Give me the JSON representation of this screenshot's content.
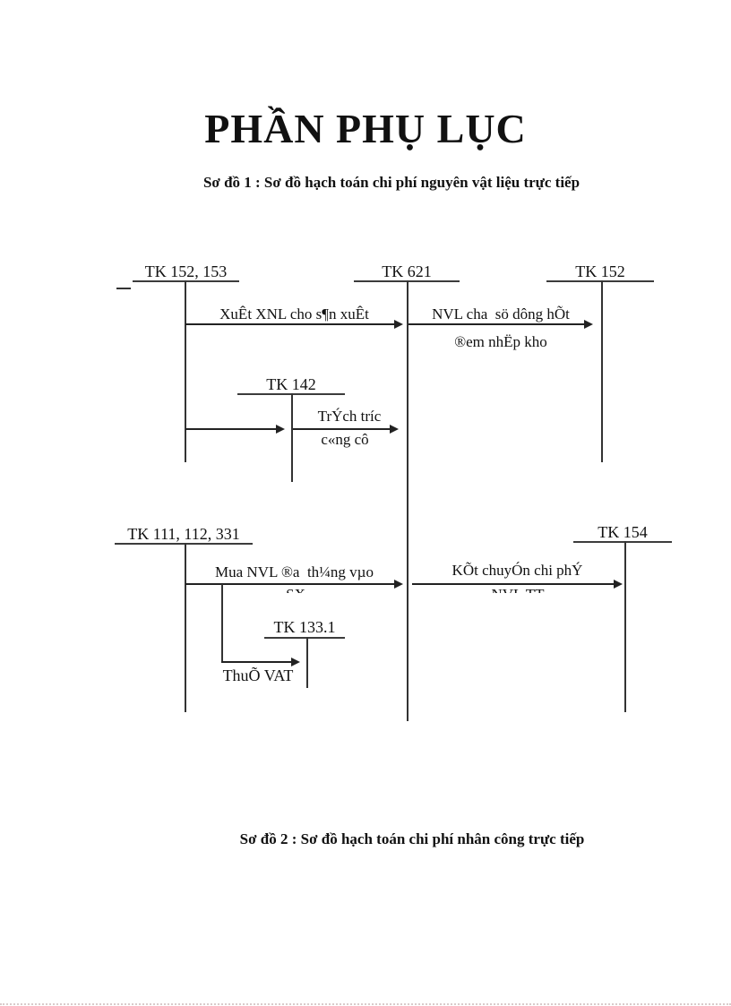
{
  "page": {
    "title": "PHẦN PHỤ LỤC",
    "caption1": "Sơ đồ 1 : Sơ đồ hạch toán chi phí nguyên vật liệu trực tiếp",
    "caption2": "Sơ đồ 2 : Sơ đồ hạch toán chi phí nhân công trực tiếp"
  },
  "diagram": {
    "accounts": {
      "tk152_153": "TK 152, 153",
      "tk621": "TK 621",
      "tk152": "TK 152",
      "tk142": "TK 142",
      "tk111_112_331": "TK 111, 112, 331",
      "tk154": "TK 154",
      "tk133_1": "TK 133.1"
    },
    "flows": {
      "xuat_xnl": "XuÊt XNL cho s¶n xuÊt",
      "nvl_chua_line1": "NVL cha  sö dông hÕt",
      "nvl_chua_line2": "®em nhËp kho",
      "trich_truoc_line1": "TrÝch tríc",
      "trich_truoc_line2": "c«ng cô",
      "mua_nvl_line1": "Mua NVL ®a  th¼ng vµo",
      "mua_nvl_line2": "SX",
      "ket_chuyen_line1": "KÕt chuyÓn chi phÝ",
      "ket_chuyen_line2": "NVL TT",
      "thue_vat": "ThuÕ VAT"
    },
    "colors": {
      "line": "#333333",
      "text": "#111111",
      "page_bg": "#ffffff",
      "bottom_dots": "#d3c3c3"
    }
  }
}
